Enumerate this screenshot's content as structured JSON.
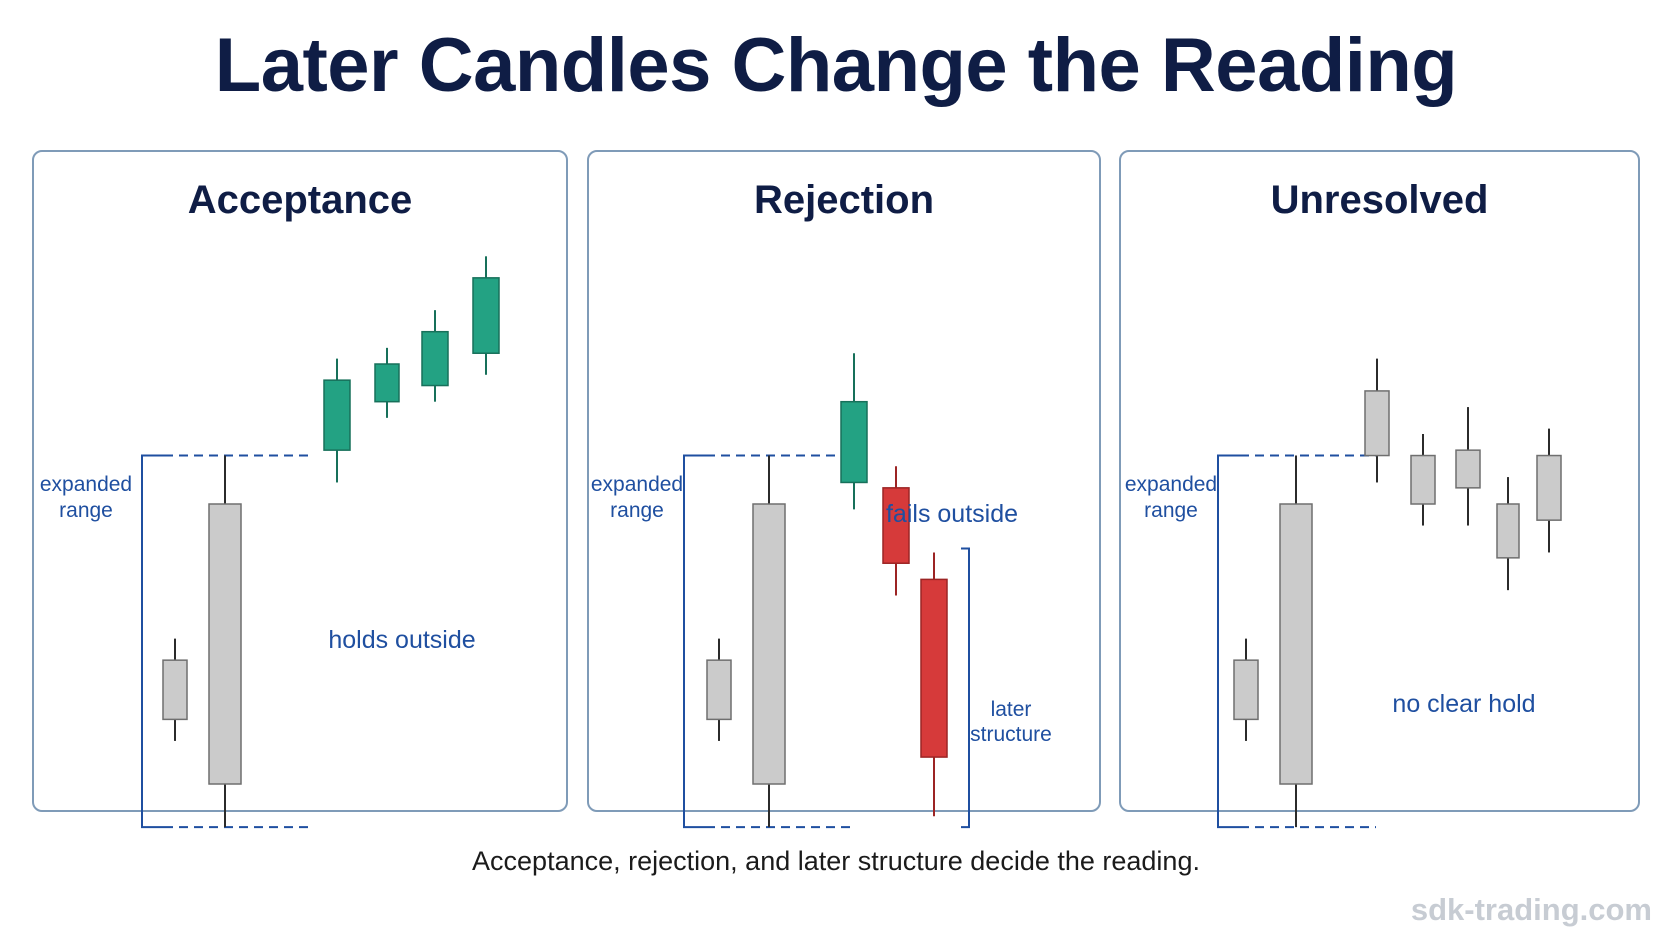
{
  "title": "Later Candles Change the Reading",
  "caption": "Acceptance, rejection, and later structure decide the reading.",
  "watermark": "sdk-trading.com",
  "colors": {
    "neutral_fill": "#cbcbcb",
    "neutral_stroke": "#6f6f6f",
    "bull_fill": "#23a283",
    "bull_stroke": "#17705a",
    "bear_fill": "#d63a3a",
    "bear_stroke": "#9c2424",
    "bracket": "#1f4fa0",
    "border": "#7f9bb8"
  },
  "panels": [
    {
      "title": "Acceptance",
      "range_label": [
        "expanded",
        "range"
      ],
      "annotation": "holds outside",
      "candles": [
        {
          "role": "small",
          "type": "neutral",
          "open": 23,
          "close": 12,
          "high": 27,
          "low": 8
        },
        {
          "role": "expansion",
          "type": "neutral",
          "open": 0,
          "close": 52,
          "high": 61,
          "low": -8
        },
        {
          "role": "follow",
          "type": "bull",
          "open": 62,
          "close": 75,
          "high": 79,
          "low": 56
        },
        {
          "role": "follow",
          "type": "bull",
          "open": 71,
          "close": 78,
          "high": 81,
          "low": 68
        },
        {
          "role": "follow",
          "type": "bull",
          "open": 74,
          "close": 84,
          "high": 88,
          "low": 71
        },
        {
          "role": "follow",
          "type": "bull",
          "open": 80,
          "close": 94,
          "high": 98,
          "low": 76
        }
      ]
    },
    {
      "title": "Rejection",
      "range_label": [
        "expanded",
        "range"
      ],
      "annotation": "fails outside",
      "structure_label": [
        "later",
        "structure"
      ],
      "candles": [
        {
          "role": "small",
          "type": "neutral",
          "open": 23,
          "close": 12,
          "high": 27,
          "low": 8
        },
        {
          "role": "expansion",
          "type": "neutral",
          "open": 0,
          "close": 52,
          "high": 61,
          "low": -8
        },
        {
          "role": "follow",
          "type": "bull",
          "open": 56,
          "close": 71,
          "high": 80,
          "low": 51
        },
        {
          "role": "follow",
          "type": "bear",
          "open": 55,
          "close": 41,
          "high": 59,
          "low": 35
        },
        {
          "role": "follow",
          "type": "bear",
          "open": 38,
          "close": 5,
          "high": 43,
          "low": -6
        }
      ]
    },
    {
      "title": "Unresolved",
      "range_label": [
        "expanded",
        "range"
      ],
      "annotation": "no clear hold",
      "candles": [
        {
          "role": "small",
          "type": "neutral",
          "open": 23,
          "close": 12,
          "high": 27,
          "low": 8
        },
        {
          "role": "expansion",
          "type": "neutral",
          "open": 0,
          "close": 52,
          "high": 61,
          "low": -8
        },
        {
          "role": "follow",
          "type": "neutral",
          "open": 61,
          "close": 73,
          "high": 79,
          "low": 56
        },
        {
          "role": "follow",
          "type": "neutral",
          "open": 52,
          "close": 61,
          "high": 65,
          "low": 48
        },
        {
          "role": "follow",
          "type": "neutral",
          "open": 55,
          "close": 62,
          "high": 70,
          "low": 48
        },
        {
          "role": "follow",
          "type": "neutral",
          "open": 42,
          "close": 52,
          "high": 57,
          "low": 36
        },
        {
          "role": "follow",
          "type": "neutral",
          "open": 49,
          "close": 61,
          "high": 66,
          "low": 43
        }
      ]
    }
  ]
}
